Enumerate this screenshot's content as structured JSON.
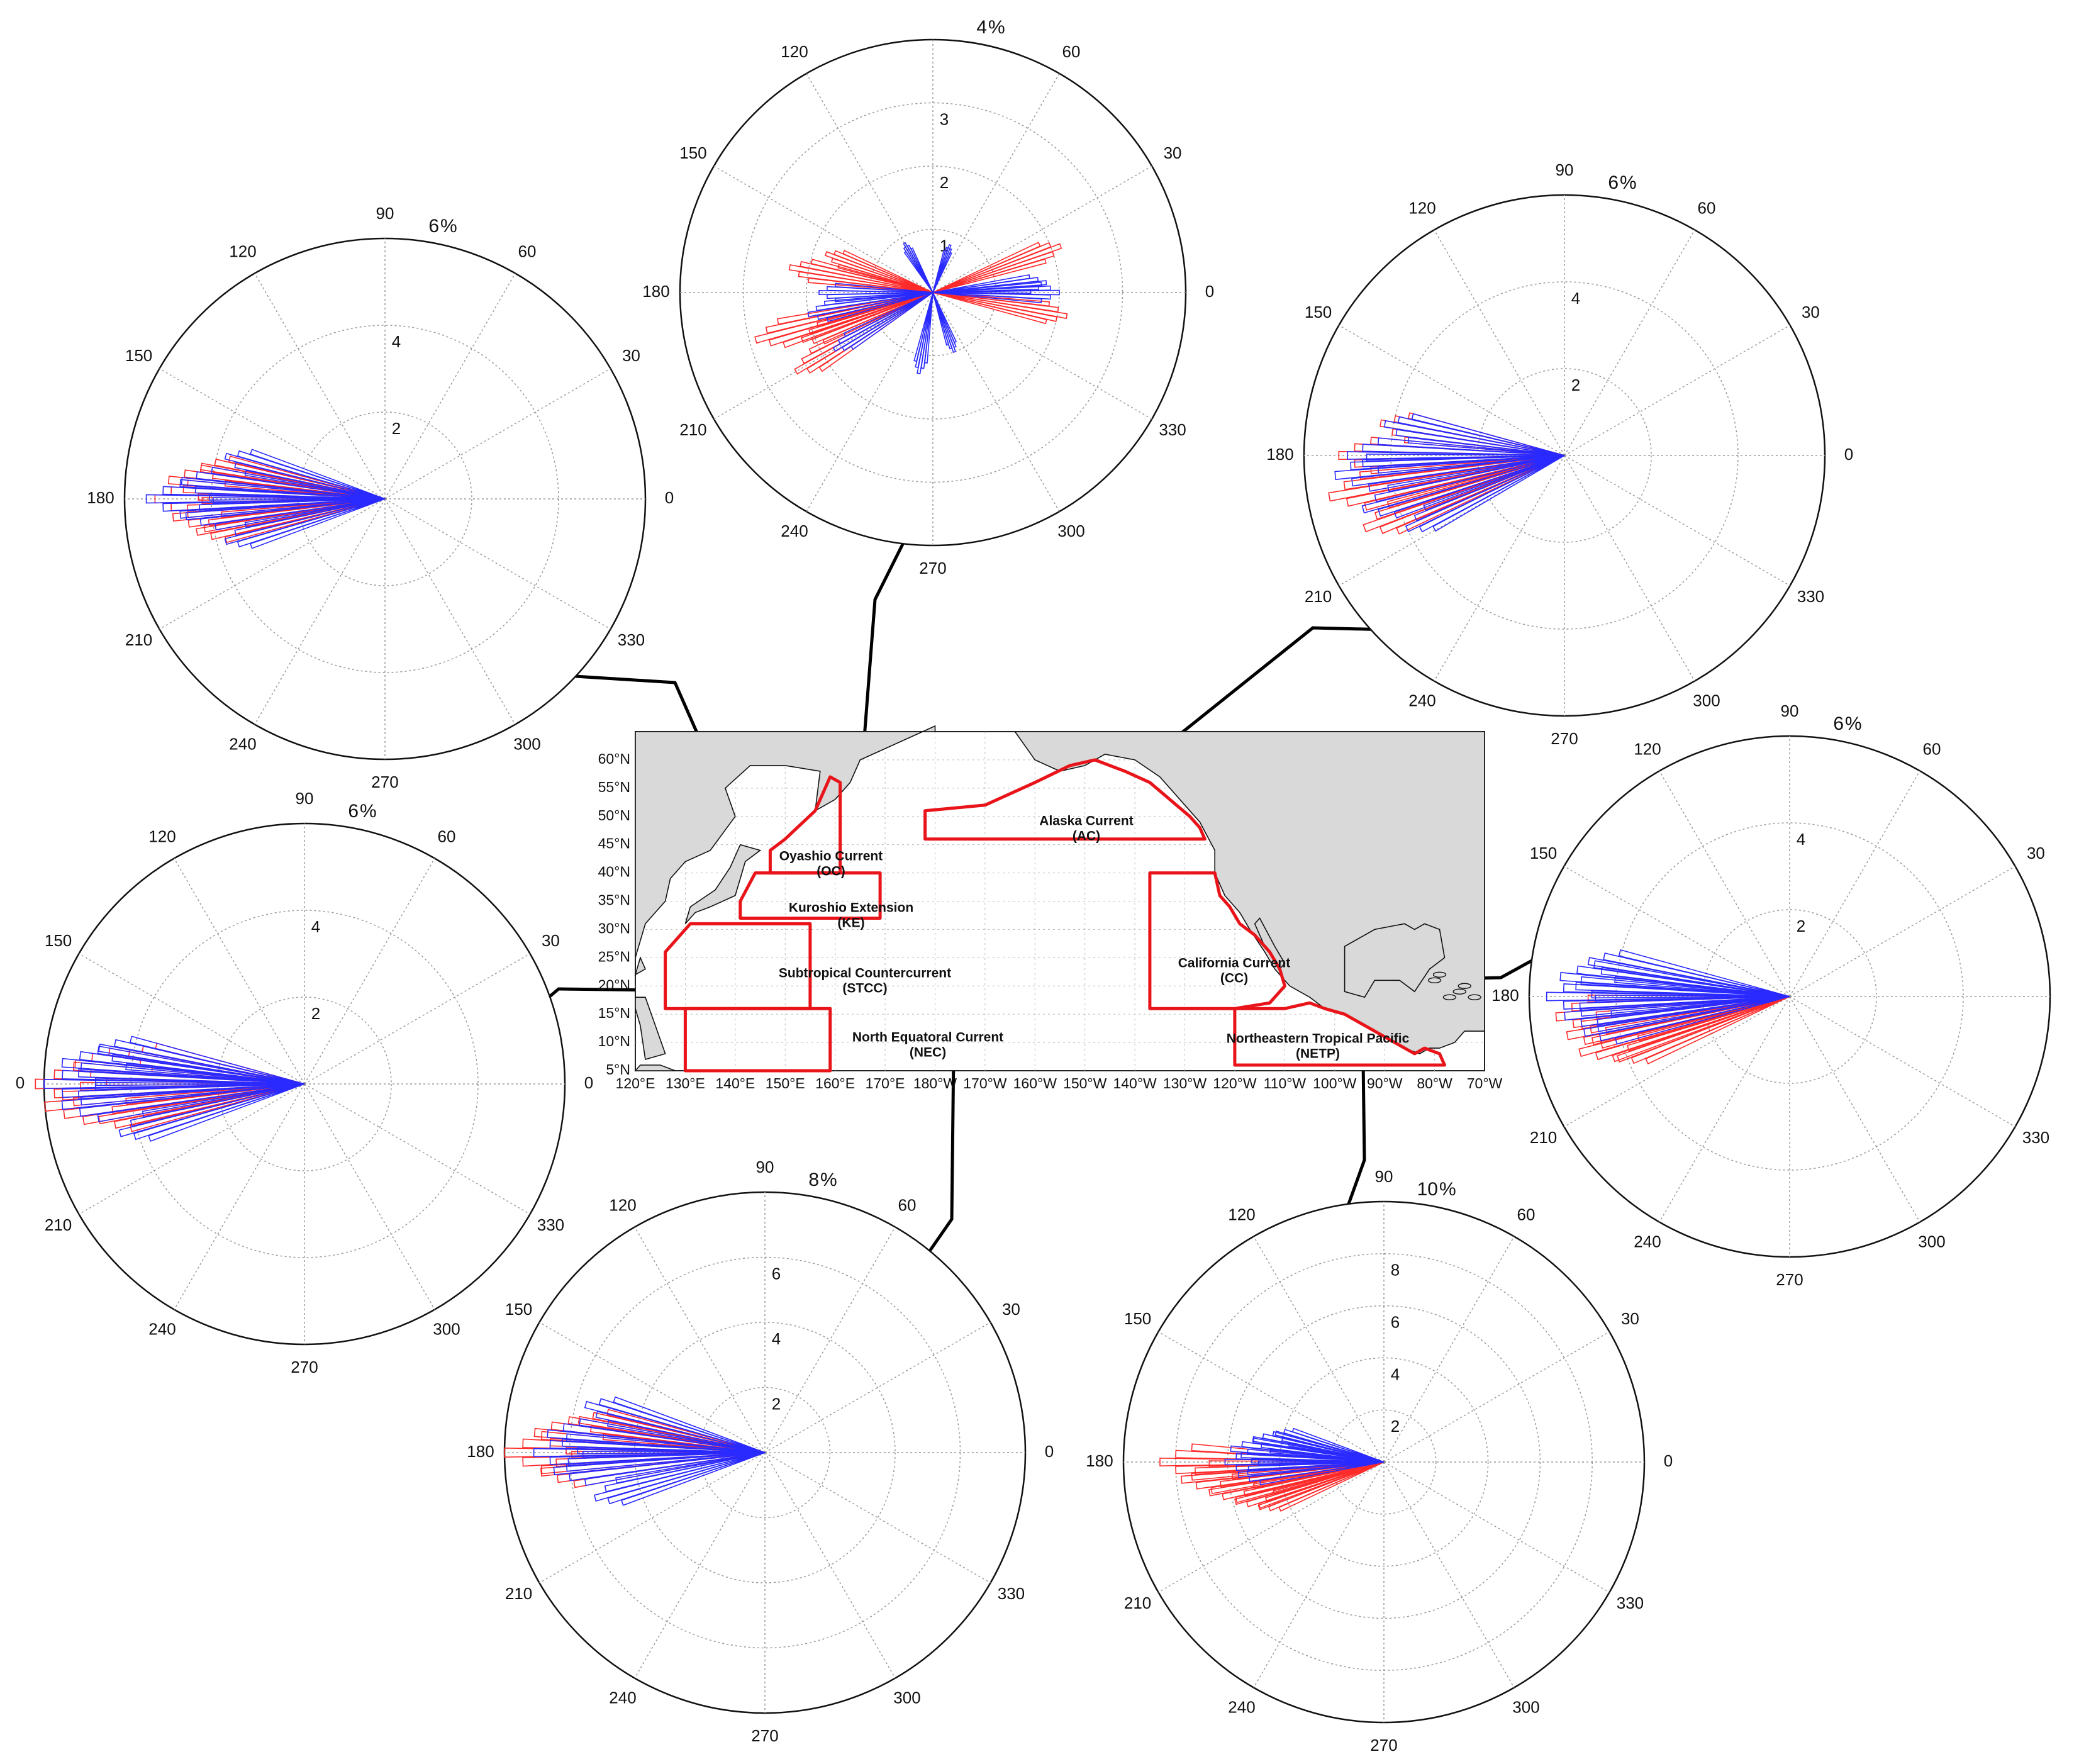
{
  "map": {
    "lat_ticks": [
      "60°N",
      "55°N",
      "50°N",
      "45°N",
      "40°N",
      "35°N",
      "30°N",
      "25°N",
      "20°N",
      "15°N",
      "10°N",
      "5°N"
    ],
    "lon_ticks": [
      "120°E",
      "130°E",
      "140°E",
      "150°E",
      "160°E",
      "170°E",
      "180°W",
      "170°W",
      "160°W",
      "150°W",
      "140°W",
      "130°W",
      "120°W",
      "110°W",
      "100°W",
      "90°W",
      "80°W",
      "70°W"
    ],
    "colors": {
      "land": "#d9d9d9",
      "region_outline": "#e8141a",
      "leader": "#000000"
    },
    "regions": [
      {
        "id": "OC",
        "name": "Oyashio Current",
        "abbr": "(OC)"
      },
      {
        "id": "KE",
        "name": "Kuroshio Extension",
        "abbr": "(KE)"
      },
      {
        "id": "STCC",
        "name": "Subtropical Countercurrent",
        "abbr": "(STCC)"
      },
      {
        "id": "NEC",
        "name": "North Equatoral Current",
        "abbr": "(NEC)"
      },
      {
        "id": "AC",
        "name": "Alaska Current",
        "abbr": "(AC)"
      },
      {
        "id": "CC",
        "name": "California Current",
        "abbr": "(CC)"
      },
      {
        "id": "NETP",
        "name": "Northeastern Tropical Pacific",
        "abbr": "(NETP)"
      }
    ]
  },
  "chart_data": [
    {
      "type": "polar-histogram",
      "region": "KE",
      "rmax": 4,
      "unit_label": "%",
      "rings": [
        "1",
        "2",
        "3",
        "4"
      ],
      "angle_labels": [
        "0",
        "30",
        "60",
        "",
        "120",
        "150",
        "180",
        "210",
        "240",
        "270",
        "300",
        "330"
      ],
      "series": [
        {
          "color": "#ff2a2a",
          "petals": [
            [
              195,
              2.9
            ],
            [
              170,
              2.3
            ],
            [
              350,
              2.15
            ],
            [
              20,
              2.15
            ],
            [
              210,
              2.5
            ],
            [
              160,
              1.8
            ],
            [
              200,
              2.2
            ]
          ]
        },
        {
          "color": "#2a2aff",
          "petals": [
            [
              190,
              2.0
            ],
            [
              180,
              1.8
            ],
            [
              0,
              2.0
            ],
            [
              5,
              1.8
            ],
            [
              210,
              1.8
            ],
            [
              260,
              1.3
            ],
            [
              290,
              1.0
            ],
            [
              120,
              0.9
            ],
            [
              70,
              0.8
            ]
          ]
        }
      ]
    },
    {
      "type": "polar-histogram",
      "region": "OC",
      "rmax": 6,
      "unit_label": "%",
      "rings": [
        "2",
        "4",
        "6"
      ],
      "angle_labels": [
        "0",
        "30",
        "60",
        "90",
        "120",
        "150",
        "180",
        "210",
        "240",
        "270",
        "300",
        "330"
      ],
      "series": [
        {
          "color": "#ff2a2a",
          "petals": [
            [
              175,
              5.0
            ],
            [
              185,
              4.9
            ],
            [
              180,
              5.3
            ],
            [
              170,
              4.3
            ],
            [
              190,
              4.4
            ]
          ]
        },
        {
          "color": "#2a2aff",
          "petals": [
            [
              180,
              5.5
            ],
            [
              175,
              4.7
            ],
            [
              185,
              4.6
            ],
            [
              165,
              3.8
            ],
            [
              195,
              3.8
            ]
          ]
        }
      ]
    },
    {
      "type": "polar-histogram",
      "region": "STCC",
      "rmax": 6,
      "unit_label": "%",
      "rings": [
        "2",
        "4",
        "6"
      ],
      "angle_labels": [
        "0",
        "30",
        "60",
        "90",
        "120",
        "150",
        "0",
        "210",
        "240",
        "270",
        "300",
        "330"
      ],
      "series": [
        {
          "color": "#ff2a2a",
          "petals": [
            [
              180,
              6.2
            ],
            [
              185,
              6.0
            ],
            [
              175,
              5.3
            ],
            [
              190,
              4.8
            ],
            [
              170,
              4.1
            ]
          ]
        },
        {
          "color": "#2a2aff",
          "petals": [
            [
              180,
              6.0
            ],
            [
              175,
              5.6
            ],
            [
              185,
              5.6
            ],
            [
              170,
              4.8
            ],
            [
              195,
              4.4
            ]
          ]
        }
      ]
    },
    {
      "type": "polar-histogram",
      "region": "NEC",
      "rmax": 8,
      "unit_label": "%",
      "rings": [
        "2",
        "4",
        "6",
        "8"
      ],
      "angle_labels": [
        "0",
        "30",
        "60",
        "90",
        "120",
        "150",
        "180",
        "210",
        "240",
        "270",
        "300",
        "330"
      ],
      "series": [
        {
          "color": "#ff2a2a",
          "petals": [
            [
              180,
              8.0
            ],
            [
              175,
              7.1
            ],
            [
              185,
              6.9
            ],
            [
              170,
              5.8
            ]
          ]
        },
        {
          "color": "#2a2aff",
          "petals": [
            [
              180,
              7.1
            ],
            [
              175,
              6.7
            ],
            [
              185,
              6.5
            ],
            [
              165,
              5.7
            ],
            [
              195,
              5.4
            ]
          ]
        }
      ]
    },
    {
      "type": "polar-histogram",
      "region": "AC",
      "rmax": 6,
      "unit_label": "%",
      "rings": [
        "2",
        "4",
        "6"
      ],
      "angle_labels": [
        "0",
        "30",
        "60",
        "90",
        "120",
        "150",
        "180",
        "210",
        "240",
        "270",
        "300",
        "330"
      ],
      "series": [
        {
          "color": "#ff2a2a",
          "petals": [
            [
              190,
              5.5
            ],
            [
              180,
              5.2
            ],
            [
              200,
              4.9
            ],
            [
              170,
              4.3
            ]
          ]
        },
        {
          "color": "#2a2aff",
          "petals": [
            [
              185,
              5.3
            ],
            [
              180,
              5.0
            ],
            [
              195,
              4.8
            ],
            [
              170,
              4.2
            ],
            [
              205,
              4.0
            ]
          ]
        }
      ]
    },
    {
      "type": "polar-histogram",
      "region": "CC",
      "rmax": 6,
      "unit_label": "%",
      "rings": [
        "2",
        "4",
        "6"
      ],
      "angle_labels": [
        "",
        "30",
        "60",
        "90",
        "120",
        "150",
        "180",
        "210",
        "240",
        "270",
        "300",
        "330"
      ],
      "series": [
        {
          "color": "#ff2a2a",
          "petals": [
            [
              190,
              5.2
            ],
            [
              195,
              5.0
            ],
            [
              185,
              5.4
            ],
            [
              200,
              4.2
            ]
          ]
        },
        {
          "color": "#2a2aff",
          "petals": [
            [
              180,
              5.6
            ],
            [
              175,
              5.3
            ],
            [
              170,
              4.7
            ],
            [
              185,
              5.2
            ],
            [
              190,
              4.8
            ]
          ]
        }
      ]
    },
    {
      "type": "polar-histogram",
      "region": "NETP",
      "rmax": 10,
      "unit_label": "%",
      "rings": [
        "2",
        "4",
        "6",
        "8",
        "10"
      ],
      "angle_labels": [
        "0",
        "30",
        "60",
        "90",
        "120",
        "150",
        "180",
        "210",
        "240",
        "270",
        "300",
        "330"
      ],
      "series": [
        {
          "color": "#ff2a2a",
          "petals": [
            [
              180,
              8.6
            ],
            [
              185,
              7.8
            ],
            [
              190,
              6.8
            ],
            [
              195,
              5.9
            ],
            [
              200,
              5.1
            ]
          ]
        },
        {
          "color": "#2a2aff",
          "petals": [
            [
              180,
              6.1
            ],
            [
              175,
              5.9
            ],
            [
              170,
              5.1
            ],
            [
              185,
              5.6
            ],
            [
              165,
              4.3
            ]
          ]
        }
      ]
    }
  ]
}
